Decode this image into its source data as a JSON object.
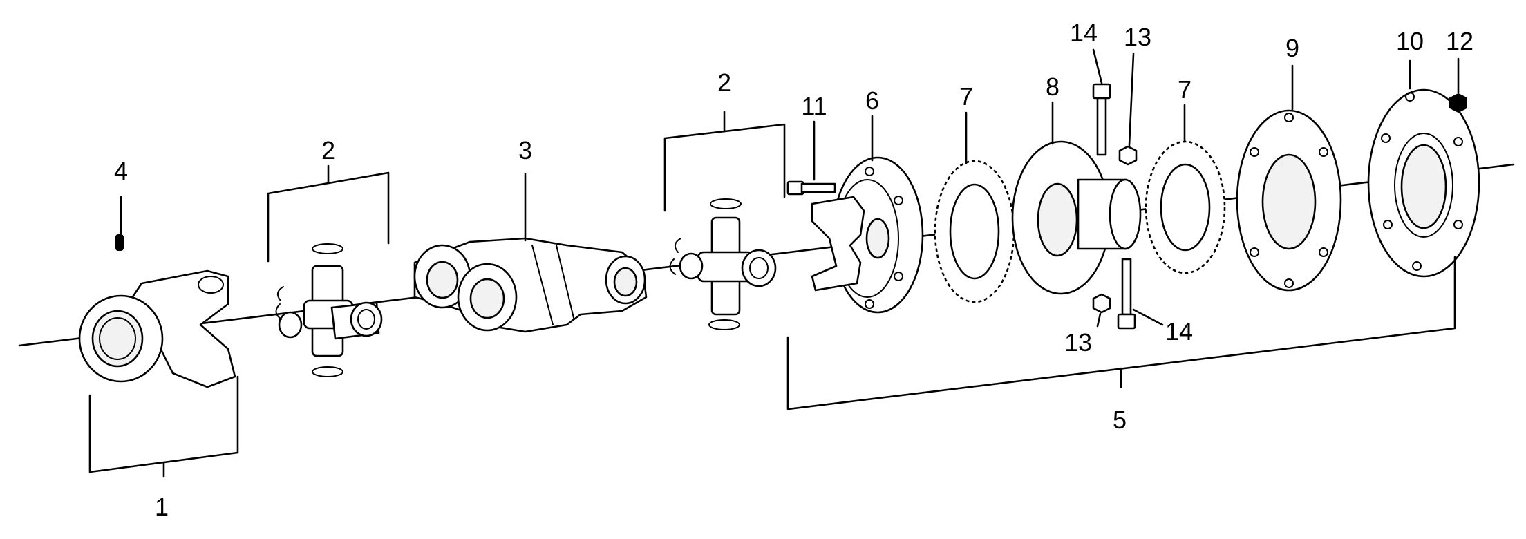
{
  "labels": {
    "c1": "1",
    "c2a": "2",
    "c2b": "2",
    "c3": "3",
    "c4": "4",
    "c5": "5",
    "c6": "6",
    "c7a": "7",
    "c7b": "7",
    "c8": "8",
    "c9": "9",
    "c10": "10",
    "c11": "11",
    "c12": "12",
    "c13a": "13",
    "c13b": "13",
    "c14a": "14",
    "c14b": "14"
  },
  "colors": {
    "line": "#000000",
    "background": "#ffffff"
  }
}
